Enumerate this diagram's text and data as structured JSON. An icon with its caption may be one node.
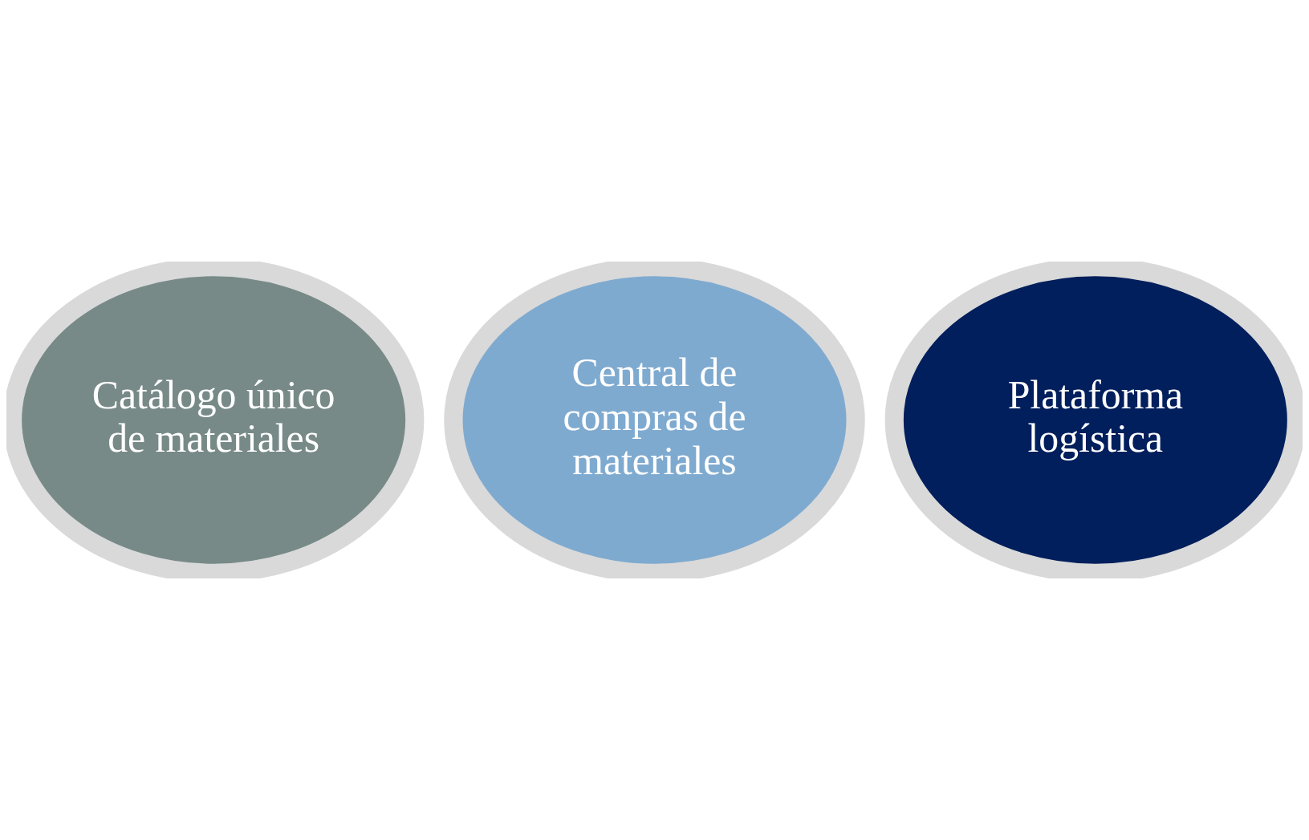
{
  "diagram": {
    "nodes": [
      {
        "text": [
          "Catálogo único de materiales"
        ]
      },
      {
        "text": [
          "Central de compras de materiales"
        ]
      },
      {
        "text": [
          "Plataforma logística"
        ]
      }
    ],
    "edges": []
  }
}
